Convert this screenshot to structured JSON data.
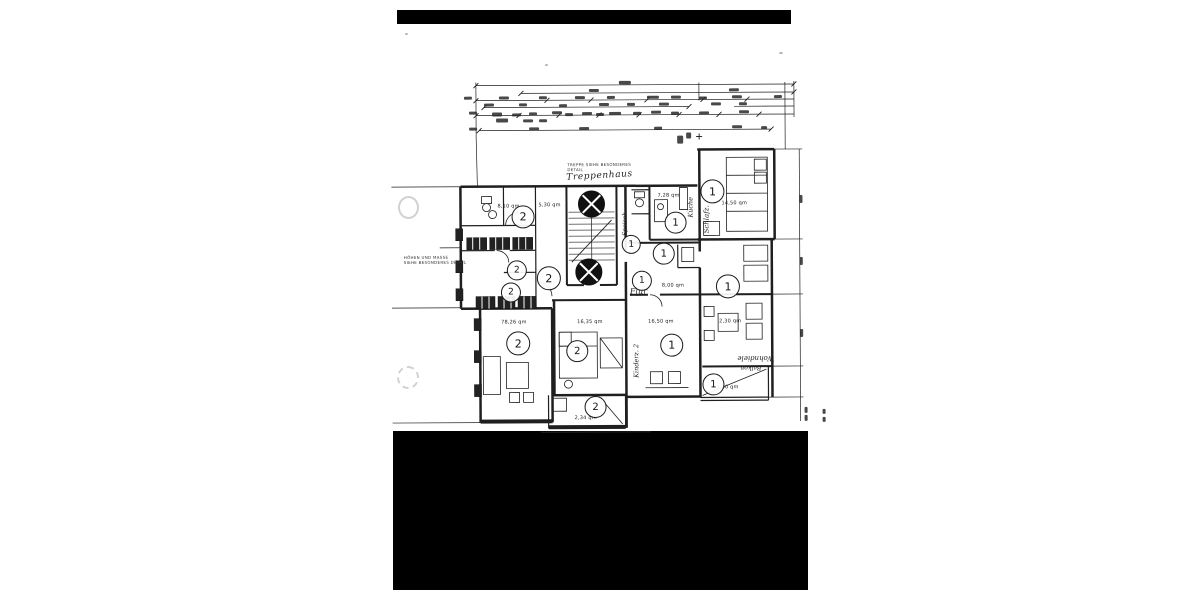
{
  "colors": {
    "paper": "#ffffff",
    "ink": "#1d1d1d",
    "redaction": "#000000"
  },
  "plan": {
    "captions": {
      "stair_note_line1": "TREPPE SIEHE BESONDERES",
      "stair_note_line2": "DETAIL",
      "margin_note_line1": "HÖHEN UND MASSE",
      "margin_note_line2": "SIEHE BESONDERES DETAIL"
    },
    "room_labels": {
      "treppenhaus": "Treppenhaus",
      "flur": "Flur",
      "kueche": "Küche",
      "schlafzimmer": "Schlafz.",
      "speisekammer": "Speisek.",
      "kinderzimmer": "Kinderz. 2",
      "wohndiele": "Wohndiele",
      "balkon": "Balkon"
    },
    "area_labels": {
      "bad_oben": "8,10 qm",
      "wc_oben": "5,30 qm",
      "kueche": "7,28 qm",
      "schlafzimmer": "14,50 qm",
      "flur": "8,00 qm",
      "wohnen_links": "78,26 qm",
      "schlafen_mitte": "16,35 qm",
      "kinderzimmer": "16,50 qm",
      "wohnzimmer": "2,30 qm",
      "bad_unten": "2,34 qm",
      "balkon": "1,30 qm"
    },
    "unit_markers": {
      "apartment_1": "1",
      "apartment_2": "2"
    }
  }
}
